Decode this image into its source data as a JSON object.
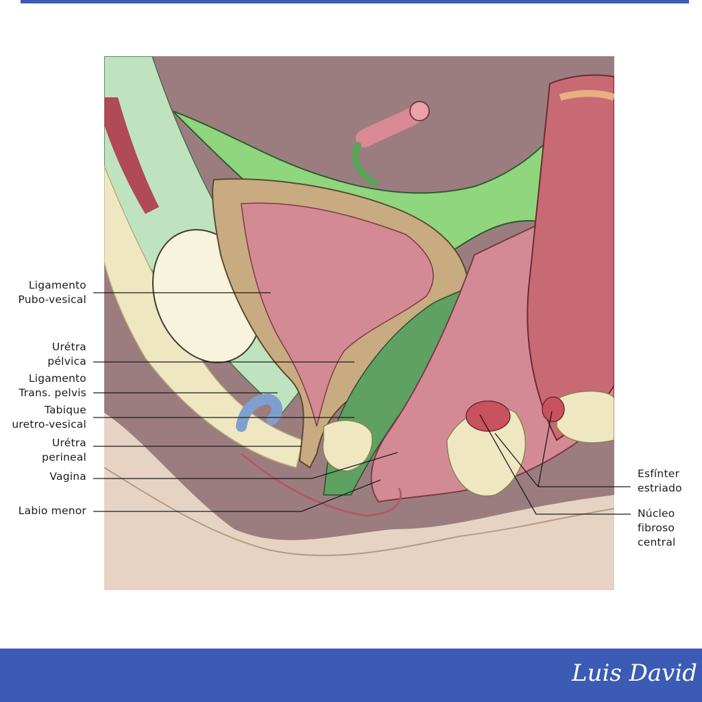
{
  "colors": {
    "bar": "#3b5bb5",
    "background_mauve": "#9b7d80",
    "peritoneum_green": "#8fd67f",
    "uterus_tan": "#c8ab80",
    "mucosa_pink": "#d48a94",
    "fat_yellow": "#eee7c2",
    "bone_cream": "#f7f3dc",
    "skin": "#e6d3c3",
    "ligament_green": "#bfe3bf",
    "urethra_blue": "#7fa0cf"
  },
  "labels": {
    "ligamento_pubo_vesical": [
      "Ligamento",
      "Pubo-vesical"
    ],
    "uretra_pelvica": [
      "Urétra",
      "pélvica"
    ],
    "ligamento_trans_pelvis": [
      "Ligamento",
      "Trans. pelvis"
    ],
    "tabique_uretro_vesical": [
      "Tabique",
      "uretro-vesical"
    ],
    "uretra_perineal": [
      "Urétra",
      "perineal"
    ],
    "vagina": [
      "Vagina"
    ],
    "labio_menor": [
      "Labio menor"
    ],
    "esfinter_estriado": [
      "Esfínter",
      "estriado"
    ],
    "nucleo_fibroso_central": [
      "Núcleo",
      "fibroso",
      "central"
    ]
  },
  "signature": "Luis David"
}
